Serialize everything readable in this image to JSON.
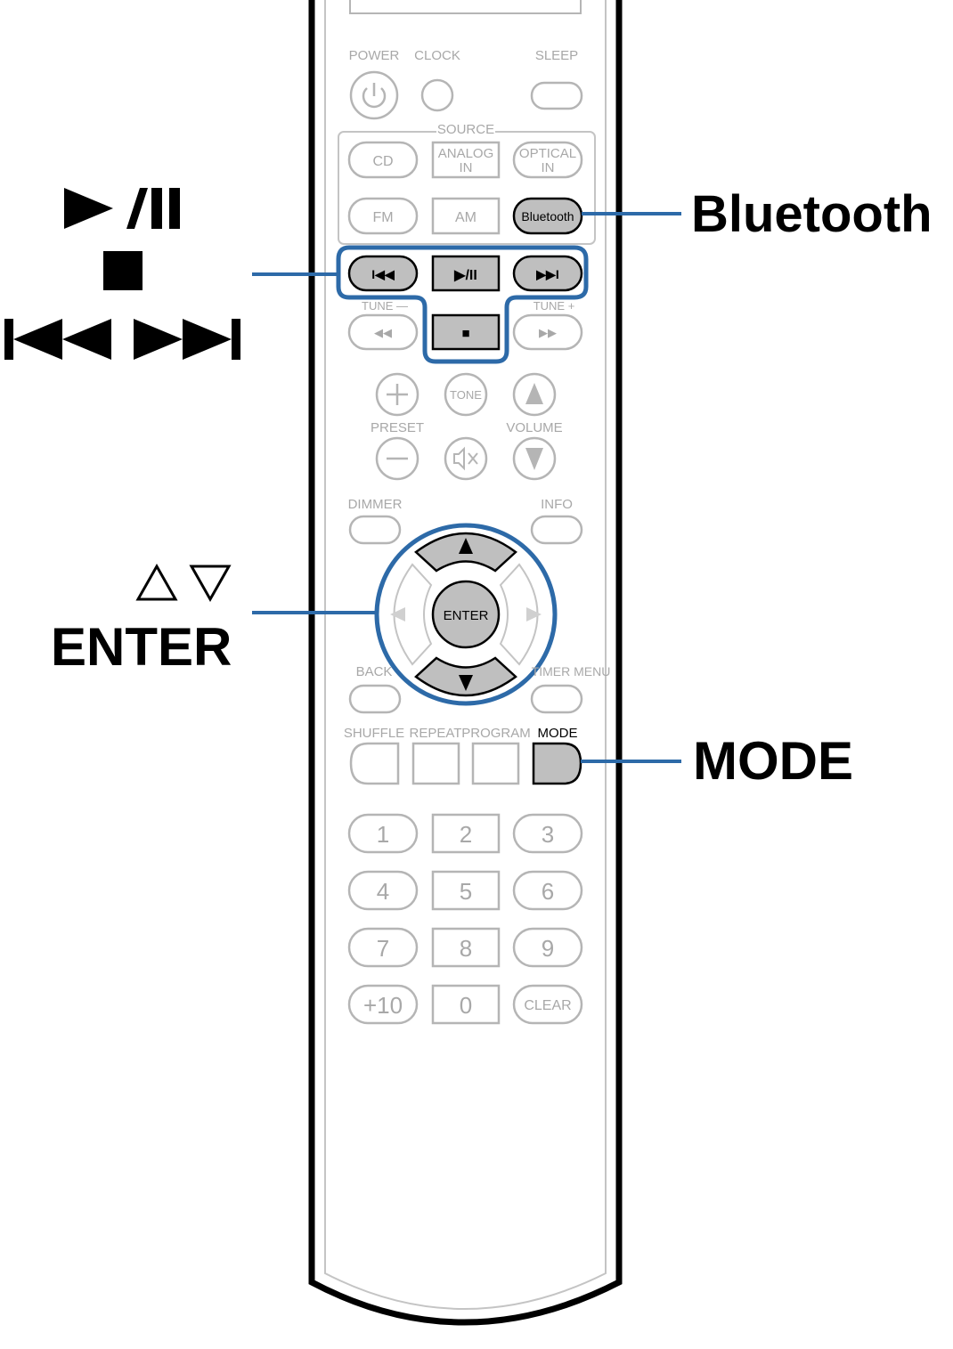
{
  "callouts": {
    "bluetooth": "Bluetooth",
    "mode": "MODE",
    "enter": "ENTER",
    "up_down": "△▽",
    "play_pause": "▶/II",
    "stop": "■",
    "skip": "I◀◀ ▶▶I"
  },
  "remote": {
    "power_label": "POWER",
    "clock_label": "CLOCK",
    "sleep_label": "SLEEP",
    "source_label": "SOURCE",
    "cd": "CD",
    "analog_in": [
      "ANALOG",
      "IN"
    ],
    "optical_in": [
      "OPTICAL",
      "IN"
    ],
    "fm": "FM",
    "am": "AM",
    "bluetooth": "Bluetooth",
    "prev_track": "I◀◀",
    "play_pause": "▶/II",
    "next_track": "▶▶I",
    "tune_minus": "TUNE —",
    "tune_plus": "TUNE +",
    "rewind": "◀◀",
    "stop": "■",
    "forward": "▶▶",
    "tone": "TONE",
    "preset": "PRESET",
    "volume": "VOLUME",
    "dimmer": "DIMMER",
    "info": "INFO",
    "enter": "ENTER",
    "back": "BACK",
    "timer_menu": "TIMER MENU",
    "shuffle": "SHUFFLE",
    "repeat": "REPEAT",
    "program": "PROGRAM",
    "mode": "MODE",
    "keys": [
      "1",
      "2",
      "3",
      "4",
      "5",
      "6",
      "7",
      "8",
      "9",
      "+10",
      "0",
      "CLEAR"
    ]
  },
  "colors": {
    "outline": "#000000",
    "faint": "#b5b5b5",
    "highlight": "#2d6aa8",
    "active_fill": "#bfbfbf",
    "text_faint": "#a8a8a8"
  }
}
